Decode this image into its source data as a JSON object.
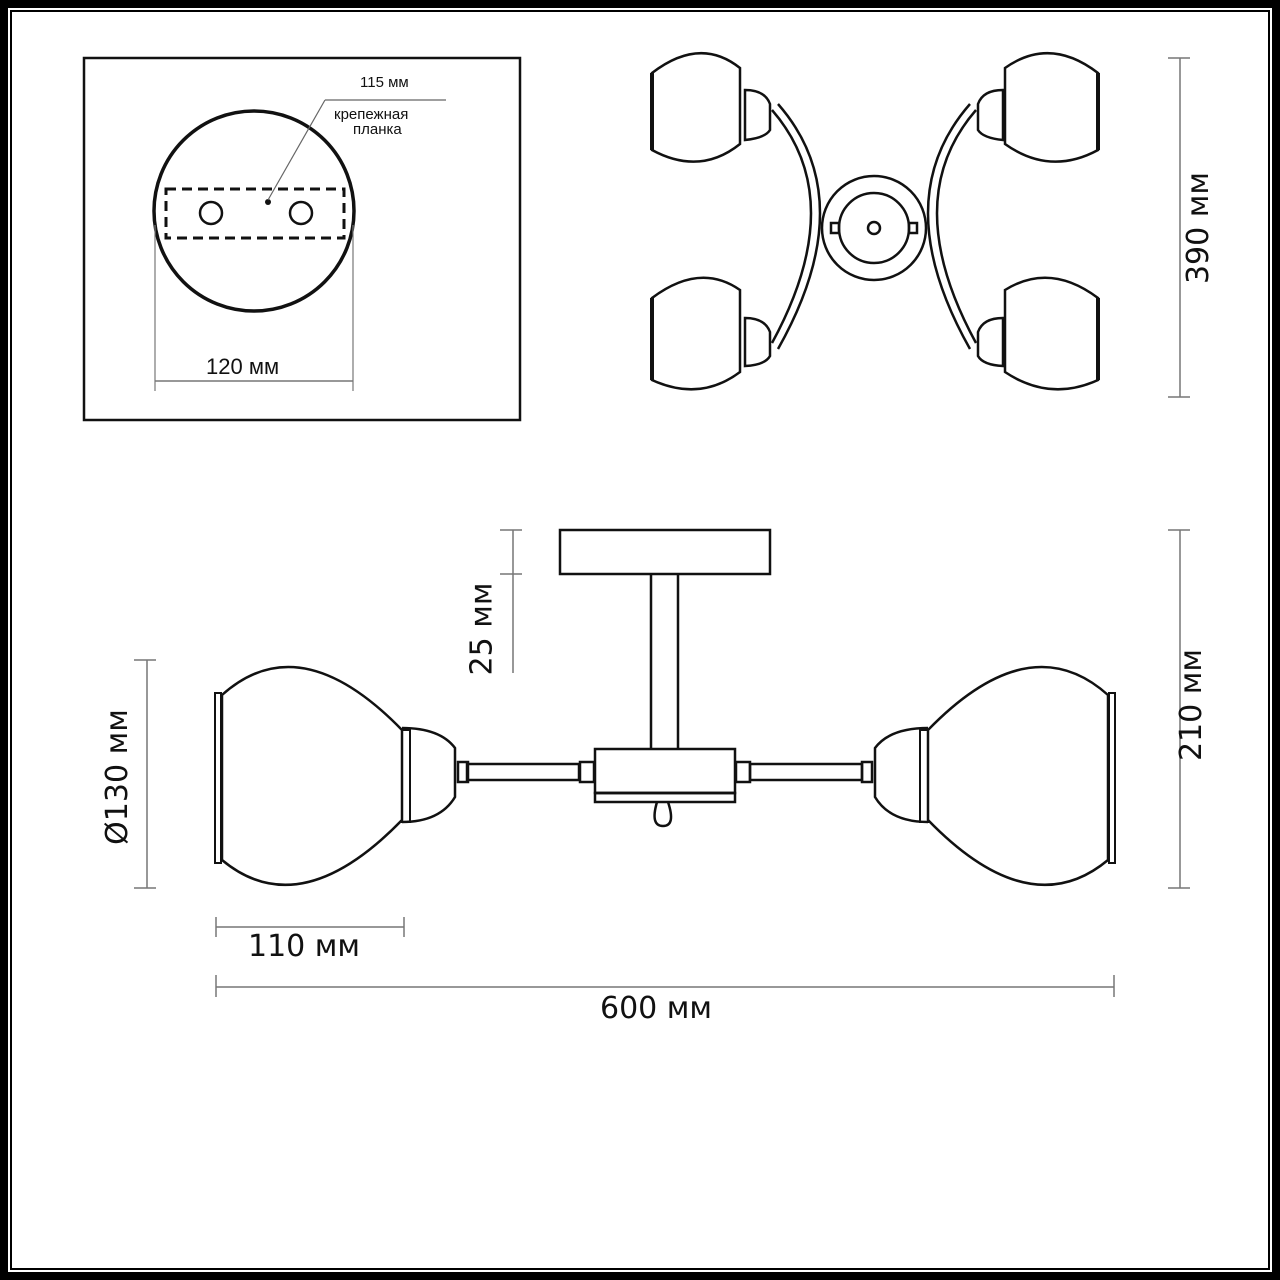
{
  "drawing": {
    "title": "Ceiling lamp dimension drawing",
    "stroke_color": "#111111",
    "dimension_line_color": "#777777"
  },
  "mount_detail": {
    "plate_width_label": "115 мм",
    "plate_caption_line1": "крепежная",
    "plate_caption_line2": "планка",
    "canopy_diameter_label": "120 мм"
  },
  "top_view": {
    "depth_label": "390 мм",
    "shade_count": 4
  },
  "side_view": {
    "canopy_height_label": "25 мм",
    "shade_diameter_label": "Ø130 мм",
    "height_label": "210 мм",
    "shade_length_label": "110 мм",
    "total_width_label": "600 мм"
  }
}
